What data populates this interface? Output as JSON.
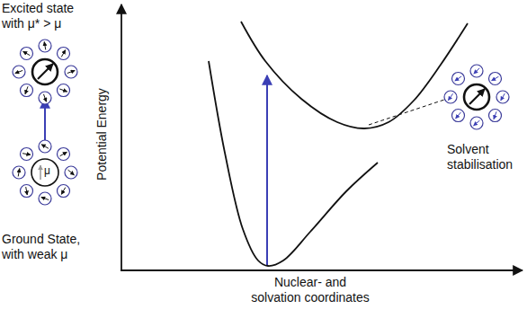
{
  "diagram": {
    "labels": [
      "Excited state with μ* > μ",
      "Potential Energy",
      "Ground State, with weak μ",
      "μ",
      "Solvent stabilisation",
      "Nuclear- and solvation coordinates"
    ]
  }
}
